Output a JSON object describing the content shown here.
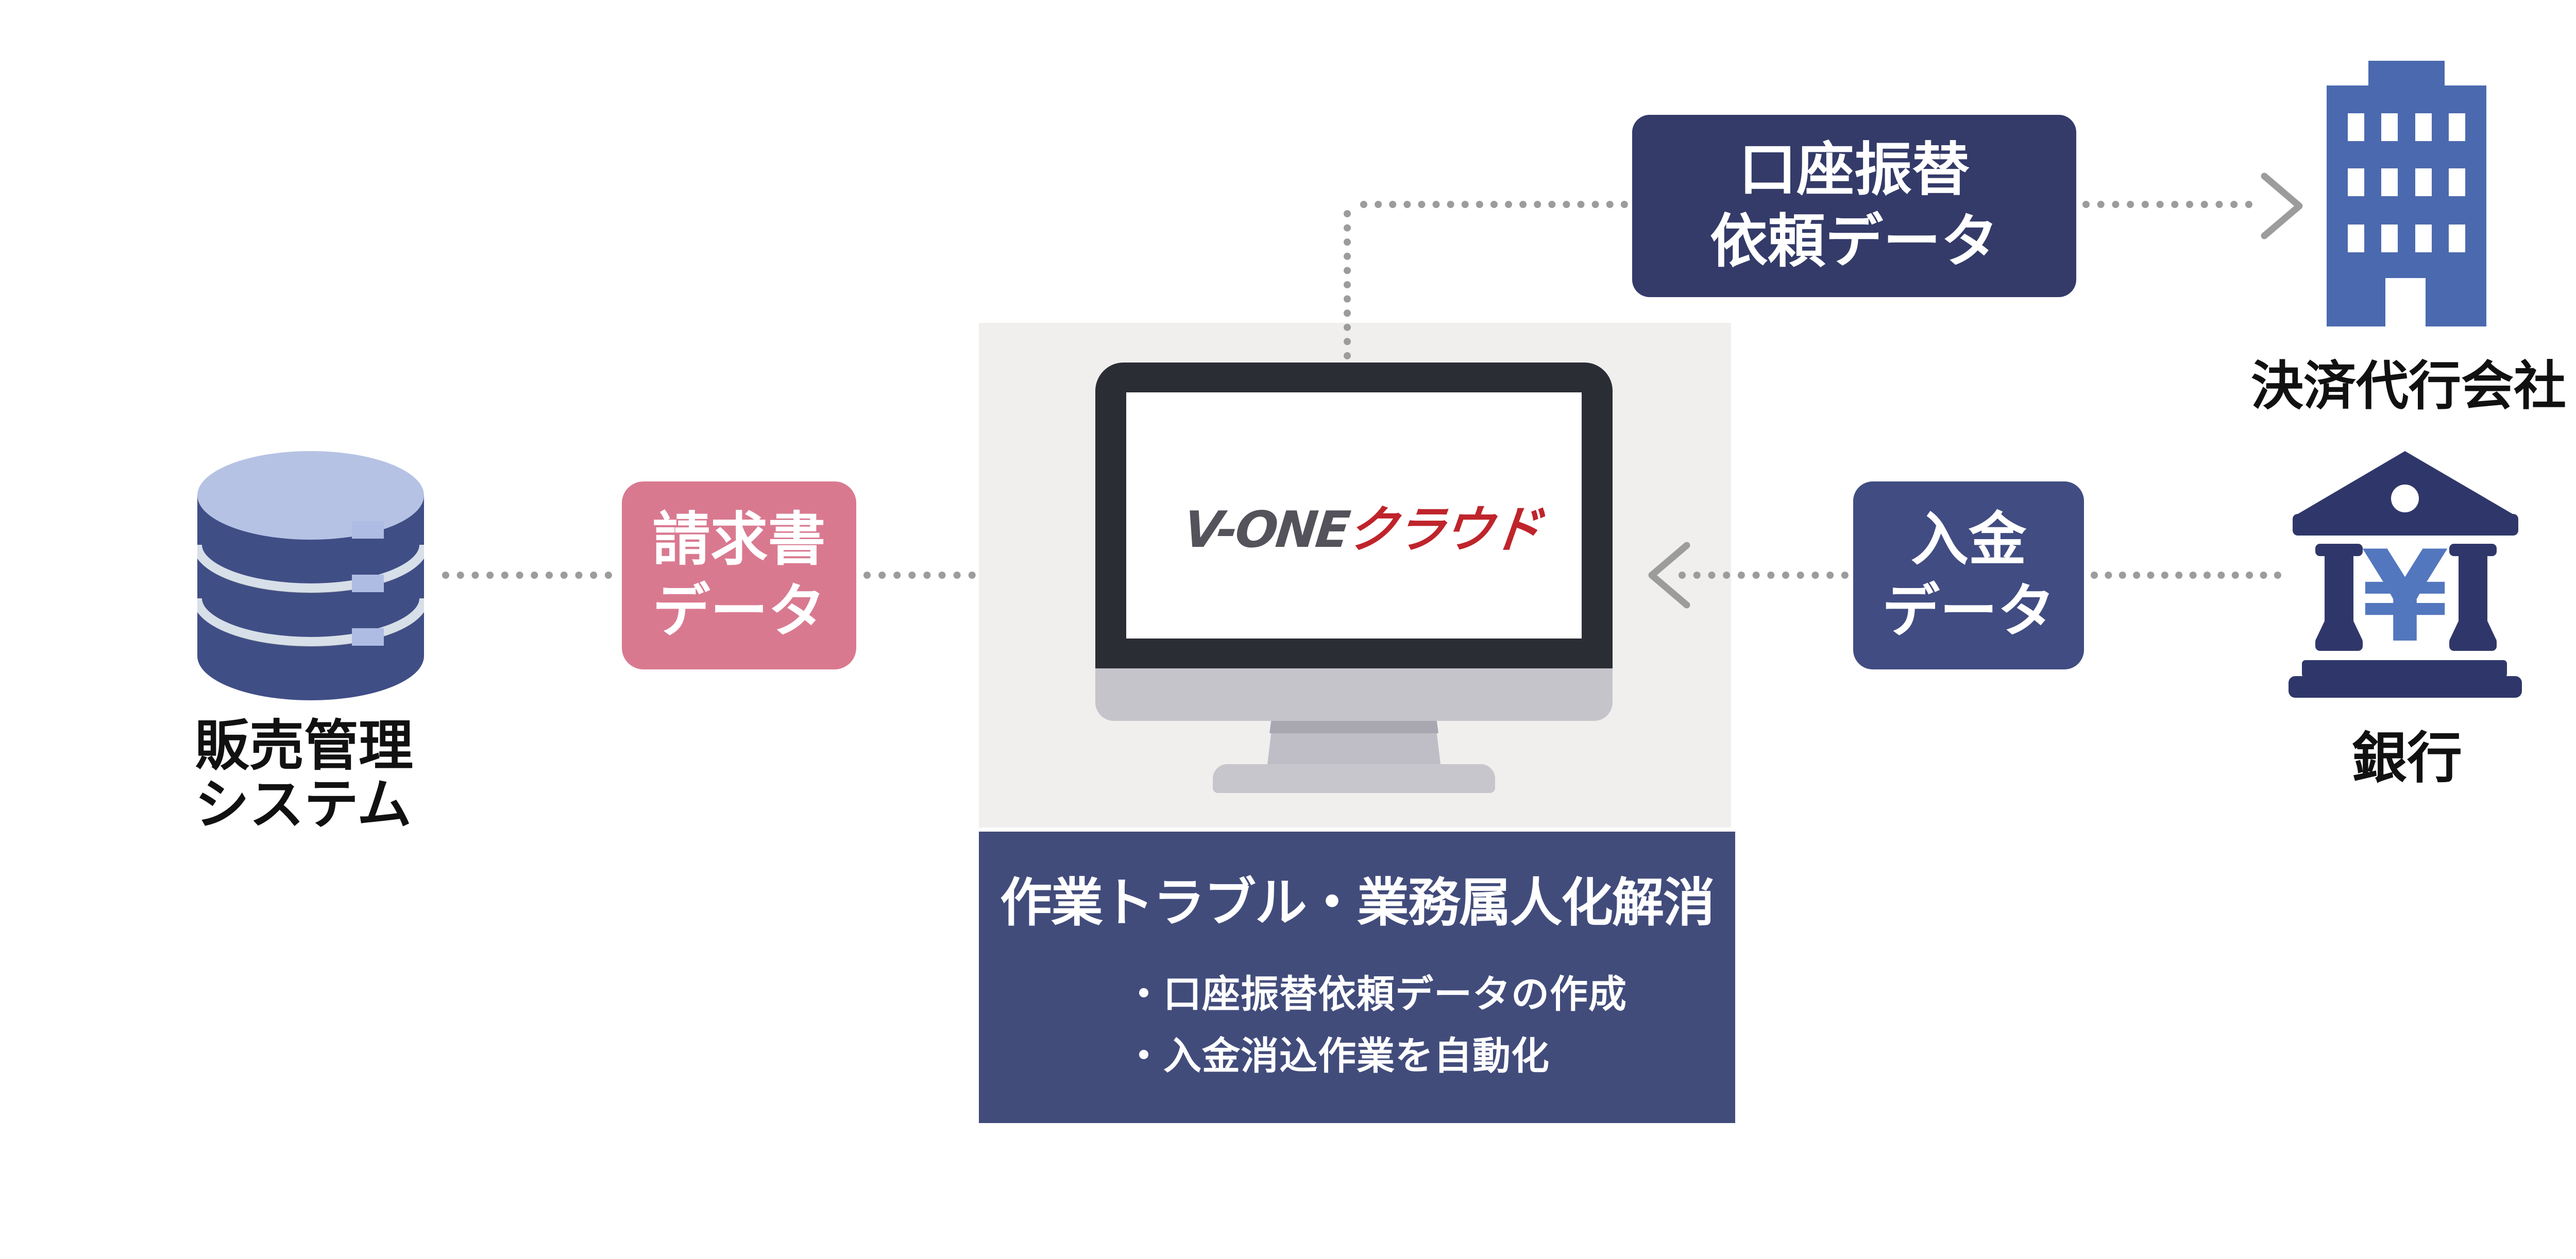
{
  "flow": {
    "source": {
      "label_line1": "販売管理",
      "label_line2": "システム"
    },
    "invoice": {
      "line1": "請求書",
      "line2": "データ"
    },
    "platform": {
      "brand_dark": "V-ONE",
      "brand_red": "クラウド"
    },
    "transfer": {
      "line1": "口座振替",
      "line2": "依頼データ"
    },
    "agency": {
      "label": "決済代行会社"
    },
    "deposit": {
      "line1": "入金",
      "line2": "データ"
    },
    "bank": {
      "label": "銀行",
      "currency_symbol": "¥"
    },
    "benefits": {
      "title": "作業トラブル・業務属人化解消",
      "bullet1": "・口座振替依頼データの作成",
      "bullet2": "・入金消込作業を自動化"
    }
  },
  "icons": {
    "database": "database-cylinder-icon",
    "monitor": "desktop-monitor-icon",
    "cloud": "vone-cloud-check-logo",
    "building": "office-building-icon",
    "bank": "bank-columns-yen-icon",
    "arrows": "gray-dotted-arrow"
  },
  "colors": {
    "pink_box": "#D97990",
    "navy_dark_box": "#343B69",
    "navy_mid_box": "#414C82",
    "benefits_panel": "#424C7B",
    "building_blue": "#4B69AE",
    "bank_navy": "#2F376A",
    "yen_blue": "#5377BE",
    "arrow_gray": "#9C9C9C",
    "stage_panel": "#F0EFED",
    "monitor_frame": "#2A2D33",
    "db_body": "#404E86",
    "db_top": "#B6C2E4",
    "logo_gray": "#54525A",
    "logo_red": "#BF242B"
  }
}
